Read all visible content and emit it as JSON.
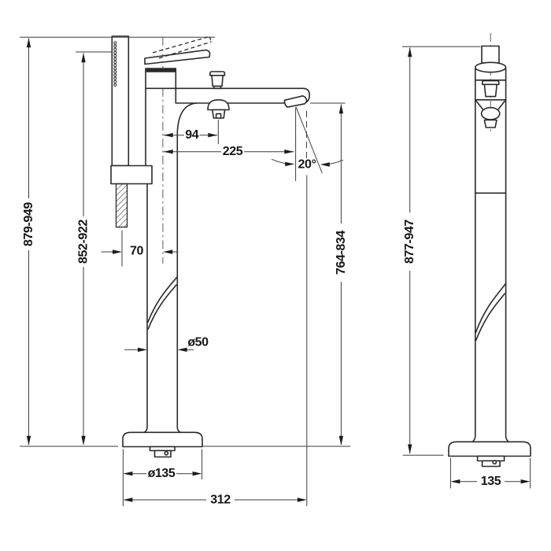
{
  "document": {
    "type": "technical dimensional drawing",
    "subject": "Freestanding bathtub mixer with hand shower",
    "background_color": "#ffffff",
    "object_line_color": "#2a2a2a",
    "dimension_line_color": "#3d3d3d",
    "text_color": "#161616"
  },
  "front_view": {
    "name": "front-view",
    "dims": {
      "total_height": {
        "label": "879-949",
        "orientation": "vertical"
      },
      "handle_height": {
        "label": "852-922",
        "orientation": "vertical"
      },
      "diverter_offset": {
        "label": "94",
        "orientation": "horizontal"
      },
      "spout_reach": {
        "label": "225",
        "orientation": "horizontal"
      },
      "spray_angle": {
        "label": "20°",
        "orientation": "angular"
      },
      "handshower_offset": {
        "label": "70",
        "orientation": "horizontal"
      },
      "spout_height": {
        "label": "764-834",
        "orientation": "vertical"
      },
      "column_diameter": {
        "label": "ø50",
        "orientation": "horizontal"
      },
      "base_diameter": {
        "label": "ø135",
        "orientation": "horizontal"
      },
      "overall_projection": {
        "label": "312",
        "orientation": "horizontal"
      }
    }
  },
  "side_view": {
    "name": "side-view",
    "dims": {
      "total_height": {
        "label": "877-947",
        "orientation": "vertical"
      },
      "base_width": {
        "label": "135",
        "orientation": "horizontal"
      }
    }
  }
}
